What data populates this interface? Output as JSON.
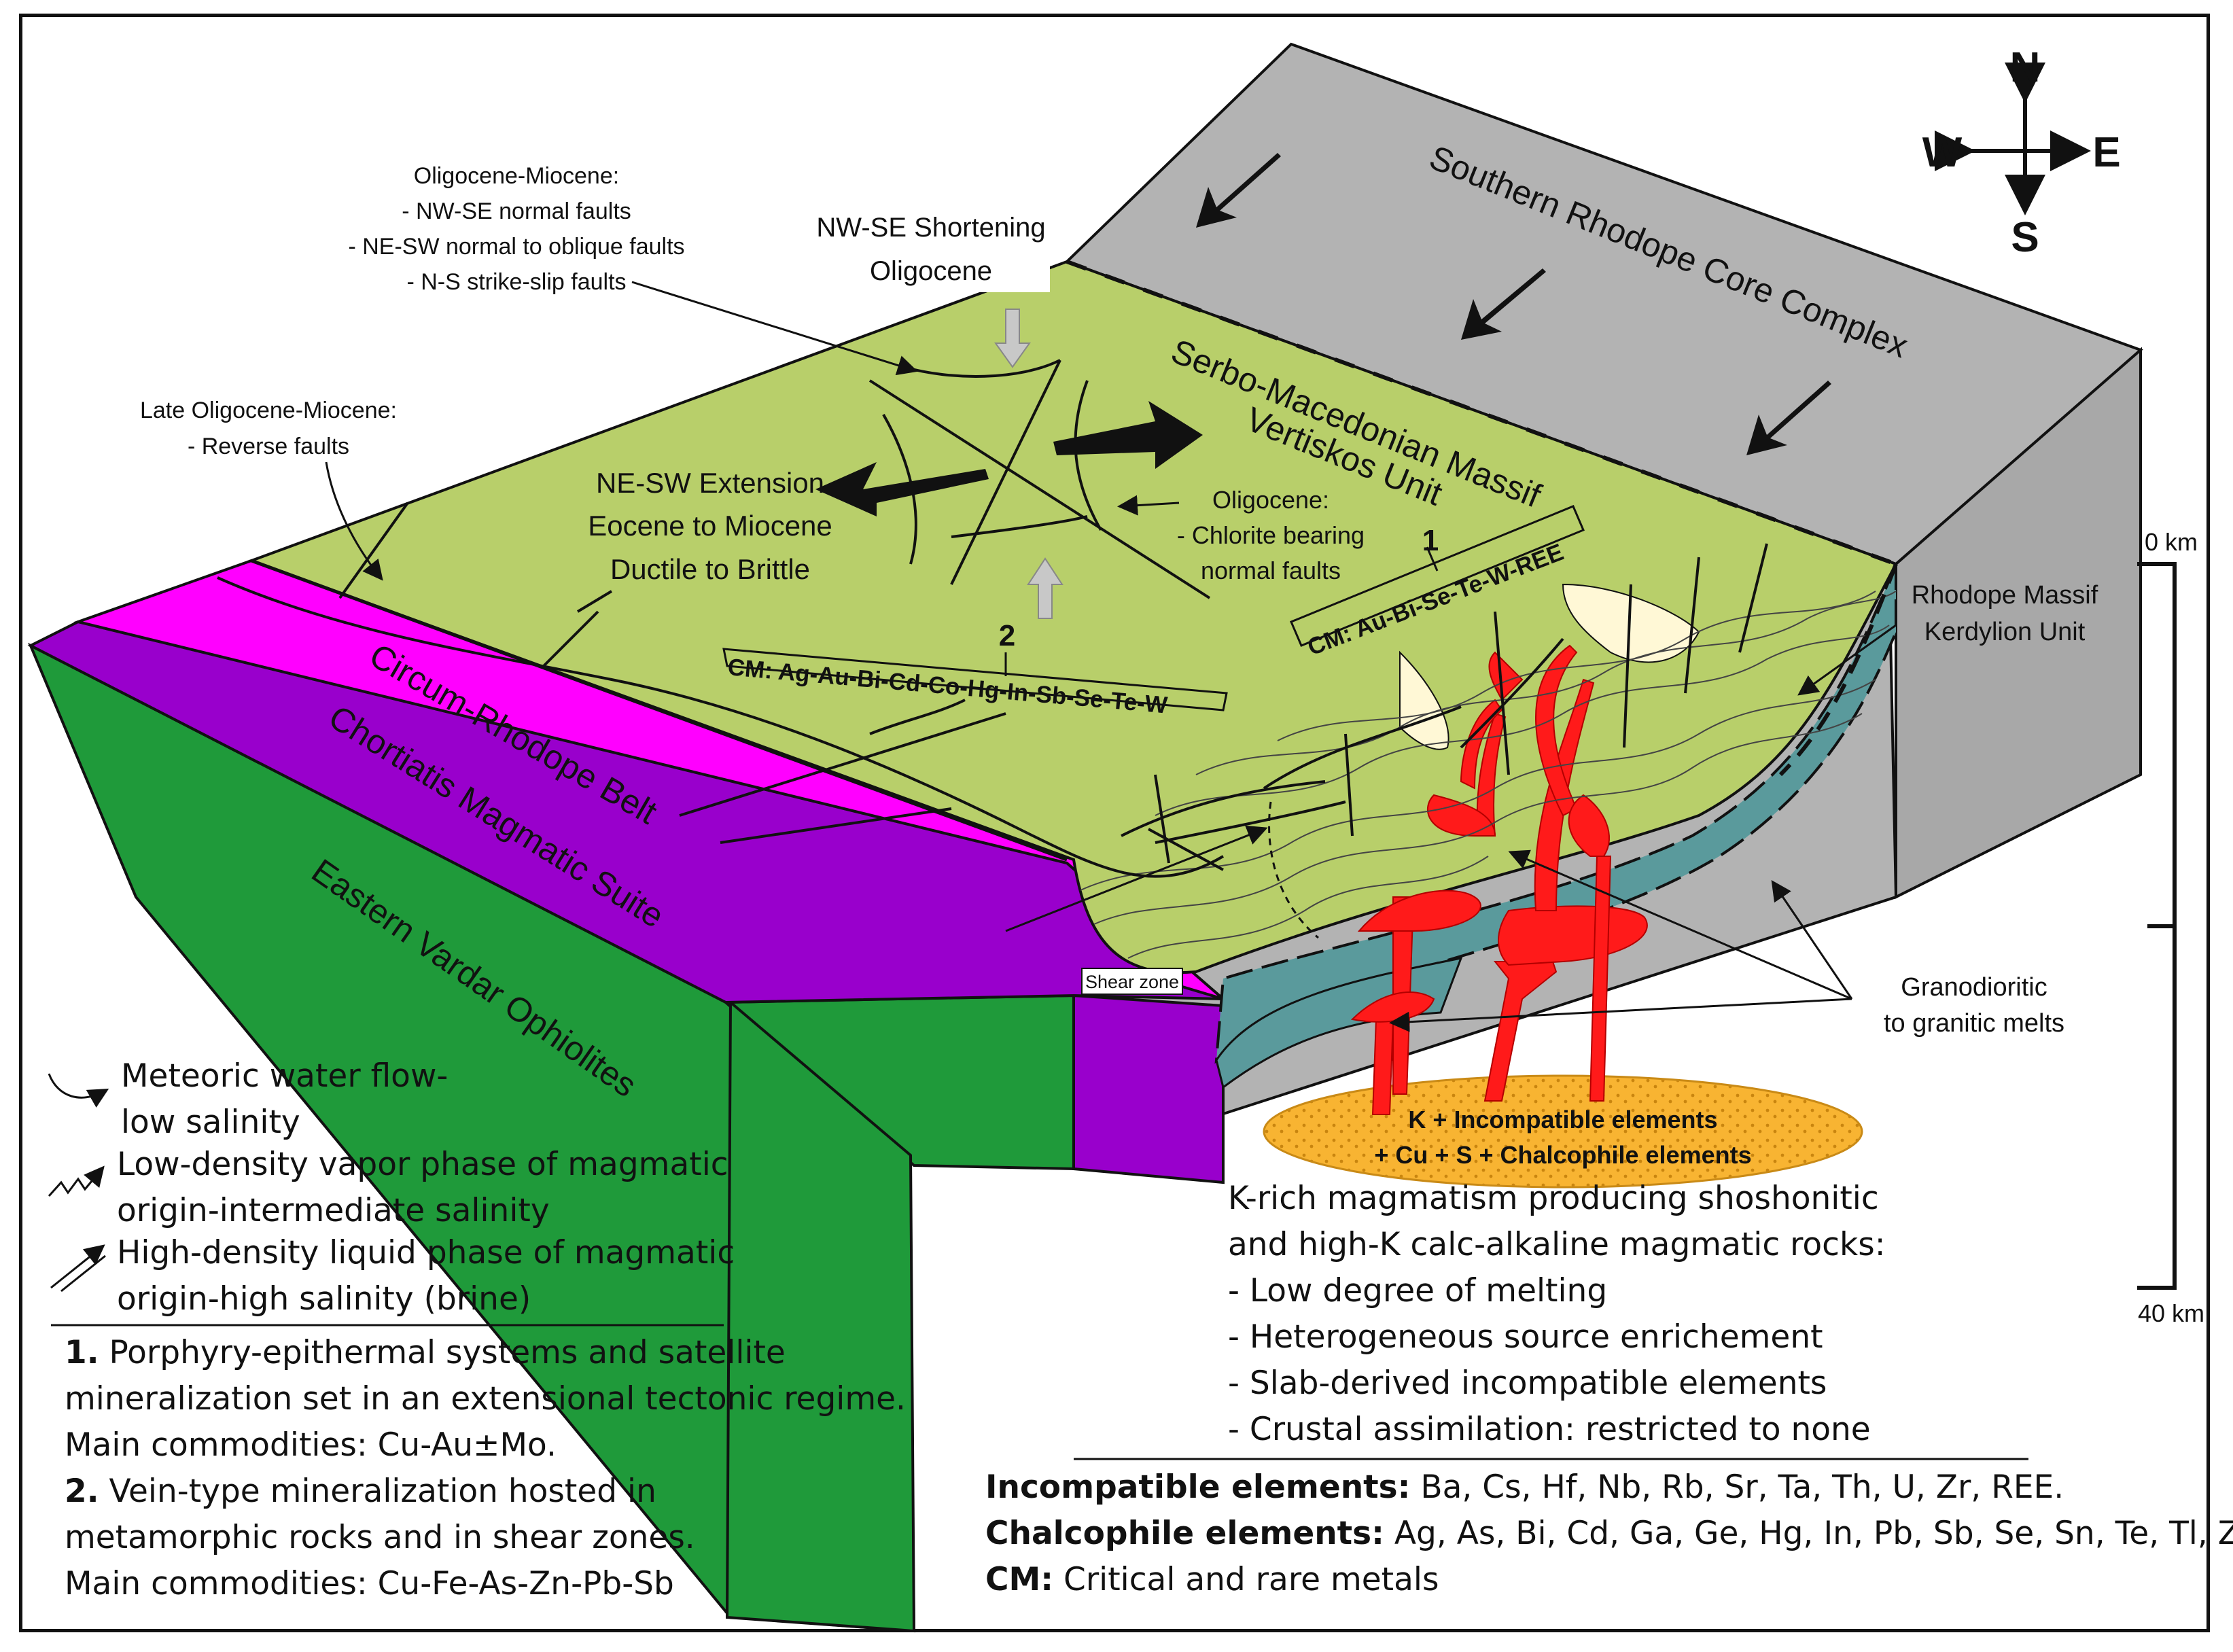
{
  "compass": {
    "n": "N",
    "s": "S",
    "e": "E",
    "w": "W"
  },
  "units": {
    "southern_rhodope": "Southern Rhodope Core Complex",
    "serbo_macedonian": [
      "Serbo-Macedonian Massif",
      "Vertiskos Unit"
    ],
    "circum_rhodope": "Circum-Rhodope Belt",
    "chortiatis": "Chortiatis Magmatic Suite",
    "eastern_vardar": "Eastern Vardar Ophiolites",
    "rhodope_massif": [
      "Rhodope Massif",
      "Kerdylion Unit"
    ]
  },
  "annotations": {
    "oligocene_miocene": [
      "Oligocene-Miocene:",
      "- NW-SE normal faults",
      "- NE-SW normal to oblique faults",
      "- N-S strike-slip faults"
    ],
    "late_oligocene": [
      "Late Oligocene-Miocene:",
      "- Reverse faults"
    ],
    "shortening": [
      "NW-SE Shortening",
      "Oligocene"
    ],
    "extension": [
      "NE-SW Extension",
      "Eocene to Miocene",
      "Ductile to Brittle"
    ],
    "oligocene_chlorite": [
      "Oligocene:",
      "- Chlorite bearing",
      "normal faults"
    ],
    "cm1_number": "1",
    "cm1": "CM: Au-Bi-Se-Te-W-REE",
    "cm2_number": "2",
    "cm2": "CM: Ag-Au-Bi-Cd-Co-Hg-In-Sb-Se-Te-W",
    "shear_zone": "Shear zone",
    "melts": [
      "Granodioritic",
      "to granitic melts"
    ],
    "source": [
      "K + Incompatible elements",
      "+ Cu + S + Chalcophile elements"
    ]
  },
  "scale": {
    "top": "0 km",
    "bottom": "40 km"
  },
  "legend": {
    "meteoric": [
      "Meteoric water flow-",
      "low salinity"
    ],
    "vapor": [
      "Low-density vapor phase of magmatic",
      "origin-intermediate salinity"
    ],
    "liquid": [
      "High-density liquid phase of magmatic",
      "origin-high salinity (brine)"
    ]
  },
  "notes_left": {
    "n1": "1.",
    "l1a": " Porphyry-epithermal systems and satellite",
    "l1b": "mineralization set in an extensional tectonic regime.",
    "l1c": "Main commodities: Cu-Au±Mo.",
    "n2": "2.",
    "l2a": " Vein-type mineralization hosted in",
    "l2b": "metamorphic rocks and in shear zones.",
    "l2c": "Main commodities: Cu-Fe-As-Zn-Pb-Sb"
  },
  "notes_right": {
    "lines": [
      "K-rich magmatism producing shoshonitic",
      "and high-K calc-alkaline magmatic rocks:",
      "- Low degree of melting",
      "- Heterogeneous source enrichement",
      "- Slab-derived incompatible elements",
      "- Crustal assimilation: restricted to none"
    ],
    "incompatible_label": "Incompatible elements:",
    "incompatible_value": " Ba, Cs, Hf, Nb, Rb, Sr, Ta, Th, U, Zr, REE.",
    "chalcophile_label": "Chalcophile elements:",
    "chalcophile_value": " Ag, As, Bi, Cd, Ga, Ge, Hg, In, Pb, Sb, Se, Sn, Te, Tl, Zn.",
    "cm_label": "CM:",
    "cm_value": " Critical and rare metals"
  },
  "colors": {
    "green_surface": "#b8cf6a",
    "magenta": "#ff00ff",
    "purple": "#9900cc",
    "ophiolite": "#1f9a3a",
    "core_complex": "#b3b3b3",
    "kerdylion": "#5a9a9c",
    "melt": "#ff1a1a",
    "source": "#f8b432"
  }
}
